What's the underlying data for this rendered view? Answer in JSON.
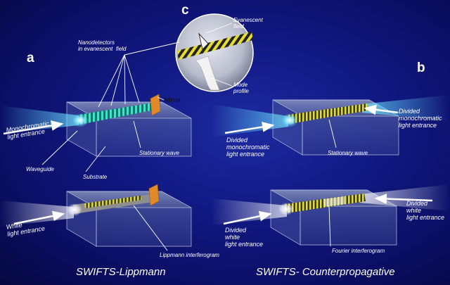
{
  "panels": {
    "a": "a",
    "b": "b",
    "c": "c"
  },
  "labels": {
    "nanodetectors": "Nanodetectors\nin evanescent  field",
    "mirror": "Mirror",
    "monochromatic_entrance": "Monochromatic\nlight entrance",
    "waveguide": "Waveguide",
    "substrate": "Substrate",
    "stationary_wave_a": "Stationary wave",
    "white_entrance": "White\nlight entrance",
    "lippmann_interferogram": "Lippmann interferogram",
    "evanescent_field": "Evanescent\nfield",
    "mode_profile": "Mode\nprofile",
    "divided_mono_right": "Divided\nmonochromatic\nlight entrance",
    "divided_mono_left": "Divided\nmonochromatic\nlight entrance",
    "stationary_wave_b": "Stationary wave",
    "divided_white_right": "Divided\nwhite\nlight entrance",
    "divided_white_left": "Divided\nwhite\nlight entrance",
    "fourier_interferogram": "Fourier interferogram"
  },
  "titles": {
    "left": "SWIFTS-Lippmann",
    "right": "SWIFTS- Counterpropagative"
  },
  "colors": {
    "background": "#121a86",
    "beam": "#6fe0ff",
    "waveguide_stripes": "#d8d93a",
    "mirror": "#e08a2a"
  }
}
